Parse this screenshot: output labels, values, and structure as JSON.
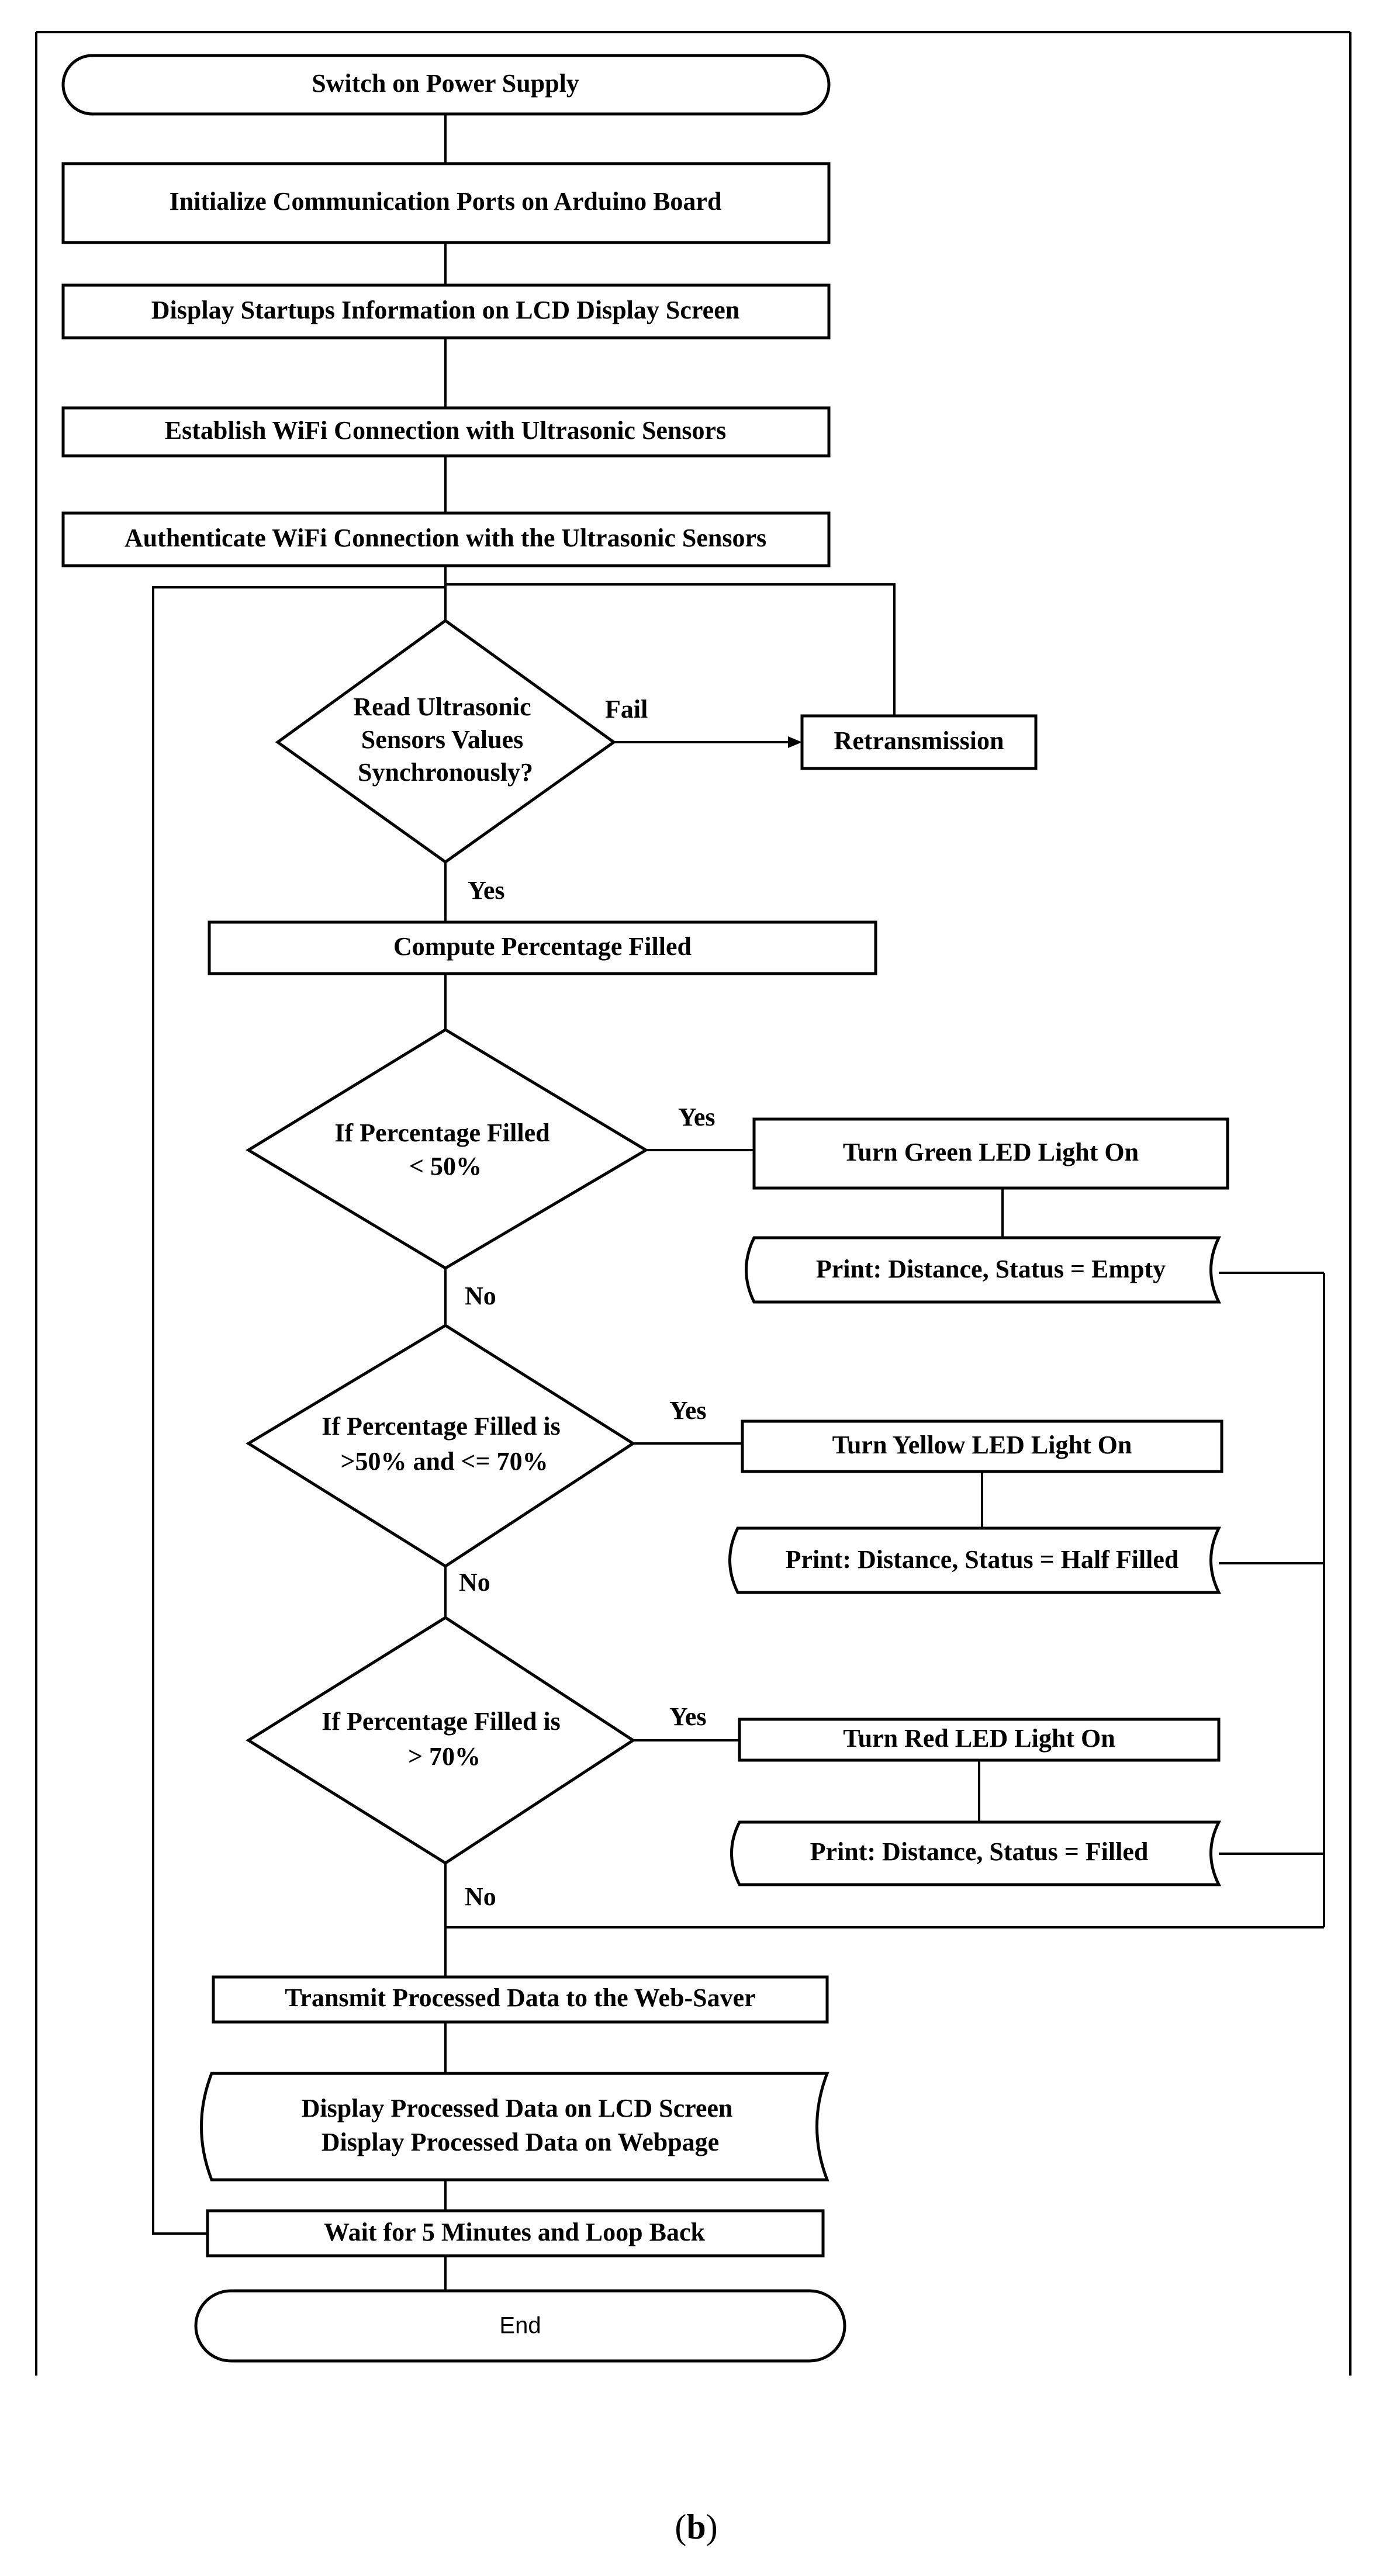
{
  "nodes": {
    "start": "Switch on Power Supply",
    "init_ports": "Initialize Communication Ports on Arduino Board",
    "display_startup": "Display Startups Information on LCD Display Screen",
    "establish_wifi": "Establish WiFi Connection with Ultrasonic Sensors",
    "authenticate_wifi": "Authenticate WiFi Connection with the Ultrasonic Sensors",
    "read_sensors": [
      "Read Ultrasonic",
      "Sensors Values",
      "Synchronously?"
    ],
    "retransmission": "Retransmission",
    "compute_percentage": "Compute Percentage Filled",
    "decision_empty": [
      "If Percentage Filled",
      "< 50%"
    ],
    "green_led": "Turn Green LED Light On",
    "print_empty": "Print: Distance, Status = Empty",
    "decision_half": [
      "If Percentage Filled is",
      ">50% and <= 70%"
    ],
    "yellow_led": "Turn Yellow LED Light On",
    "print_half": "Print: Distance, Status = Half Filled",
    "decision_full": [
      "If Percentage Filled is",
      "> 70%"
    ],
    "red_led": "Turn Red LED Light On",
    "print_full": "Print: Distance, Status = Filled",
    "transmit": "Transmit Processed Data to the Web-Saver",
    "display_processed": [
      "Display Processed Data on LCD Screen",
      "Display Processed Data on Webpage"
    ],
    "wait_loop": "Wait for 5 Minutes and Loop Back",
    "end": "End"
  },
  "labels": {
    "fail": "Fail",
    "yes_read": "Yes",
    "yes_empty": "Yes",
    "no_empty": "No",
    "yes_half": "Yes",
    "no_half": "No",
    "yes_full": "Yes",
    "no_full": "No"
  },
  "caption": {
    "open": "(",
    "letter": "b",
    "close": ")"
  }
}
